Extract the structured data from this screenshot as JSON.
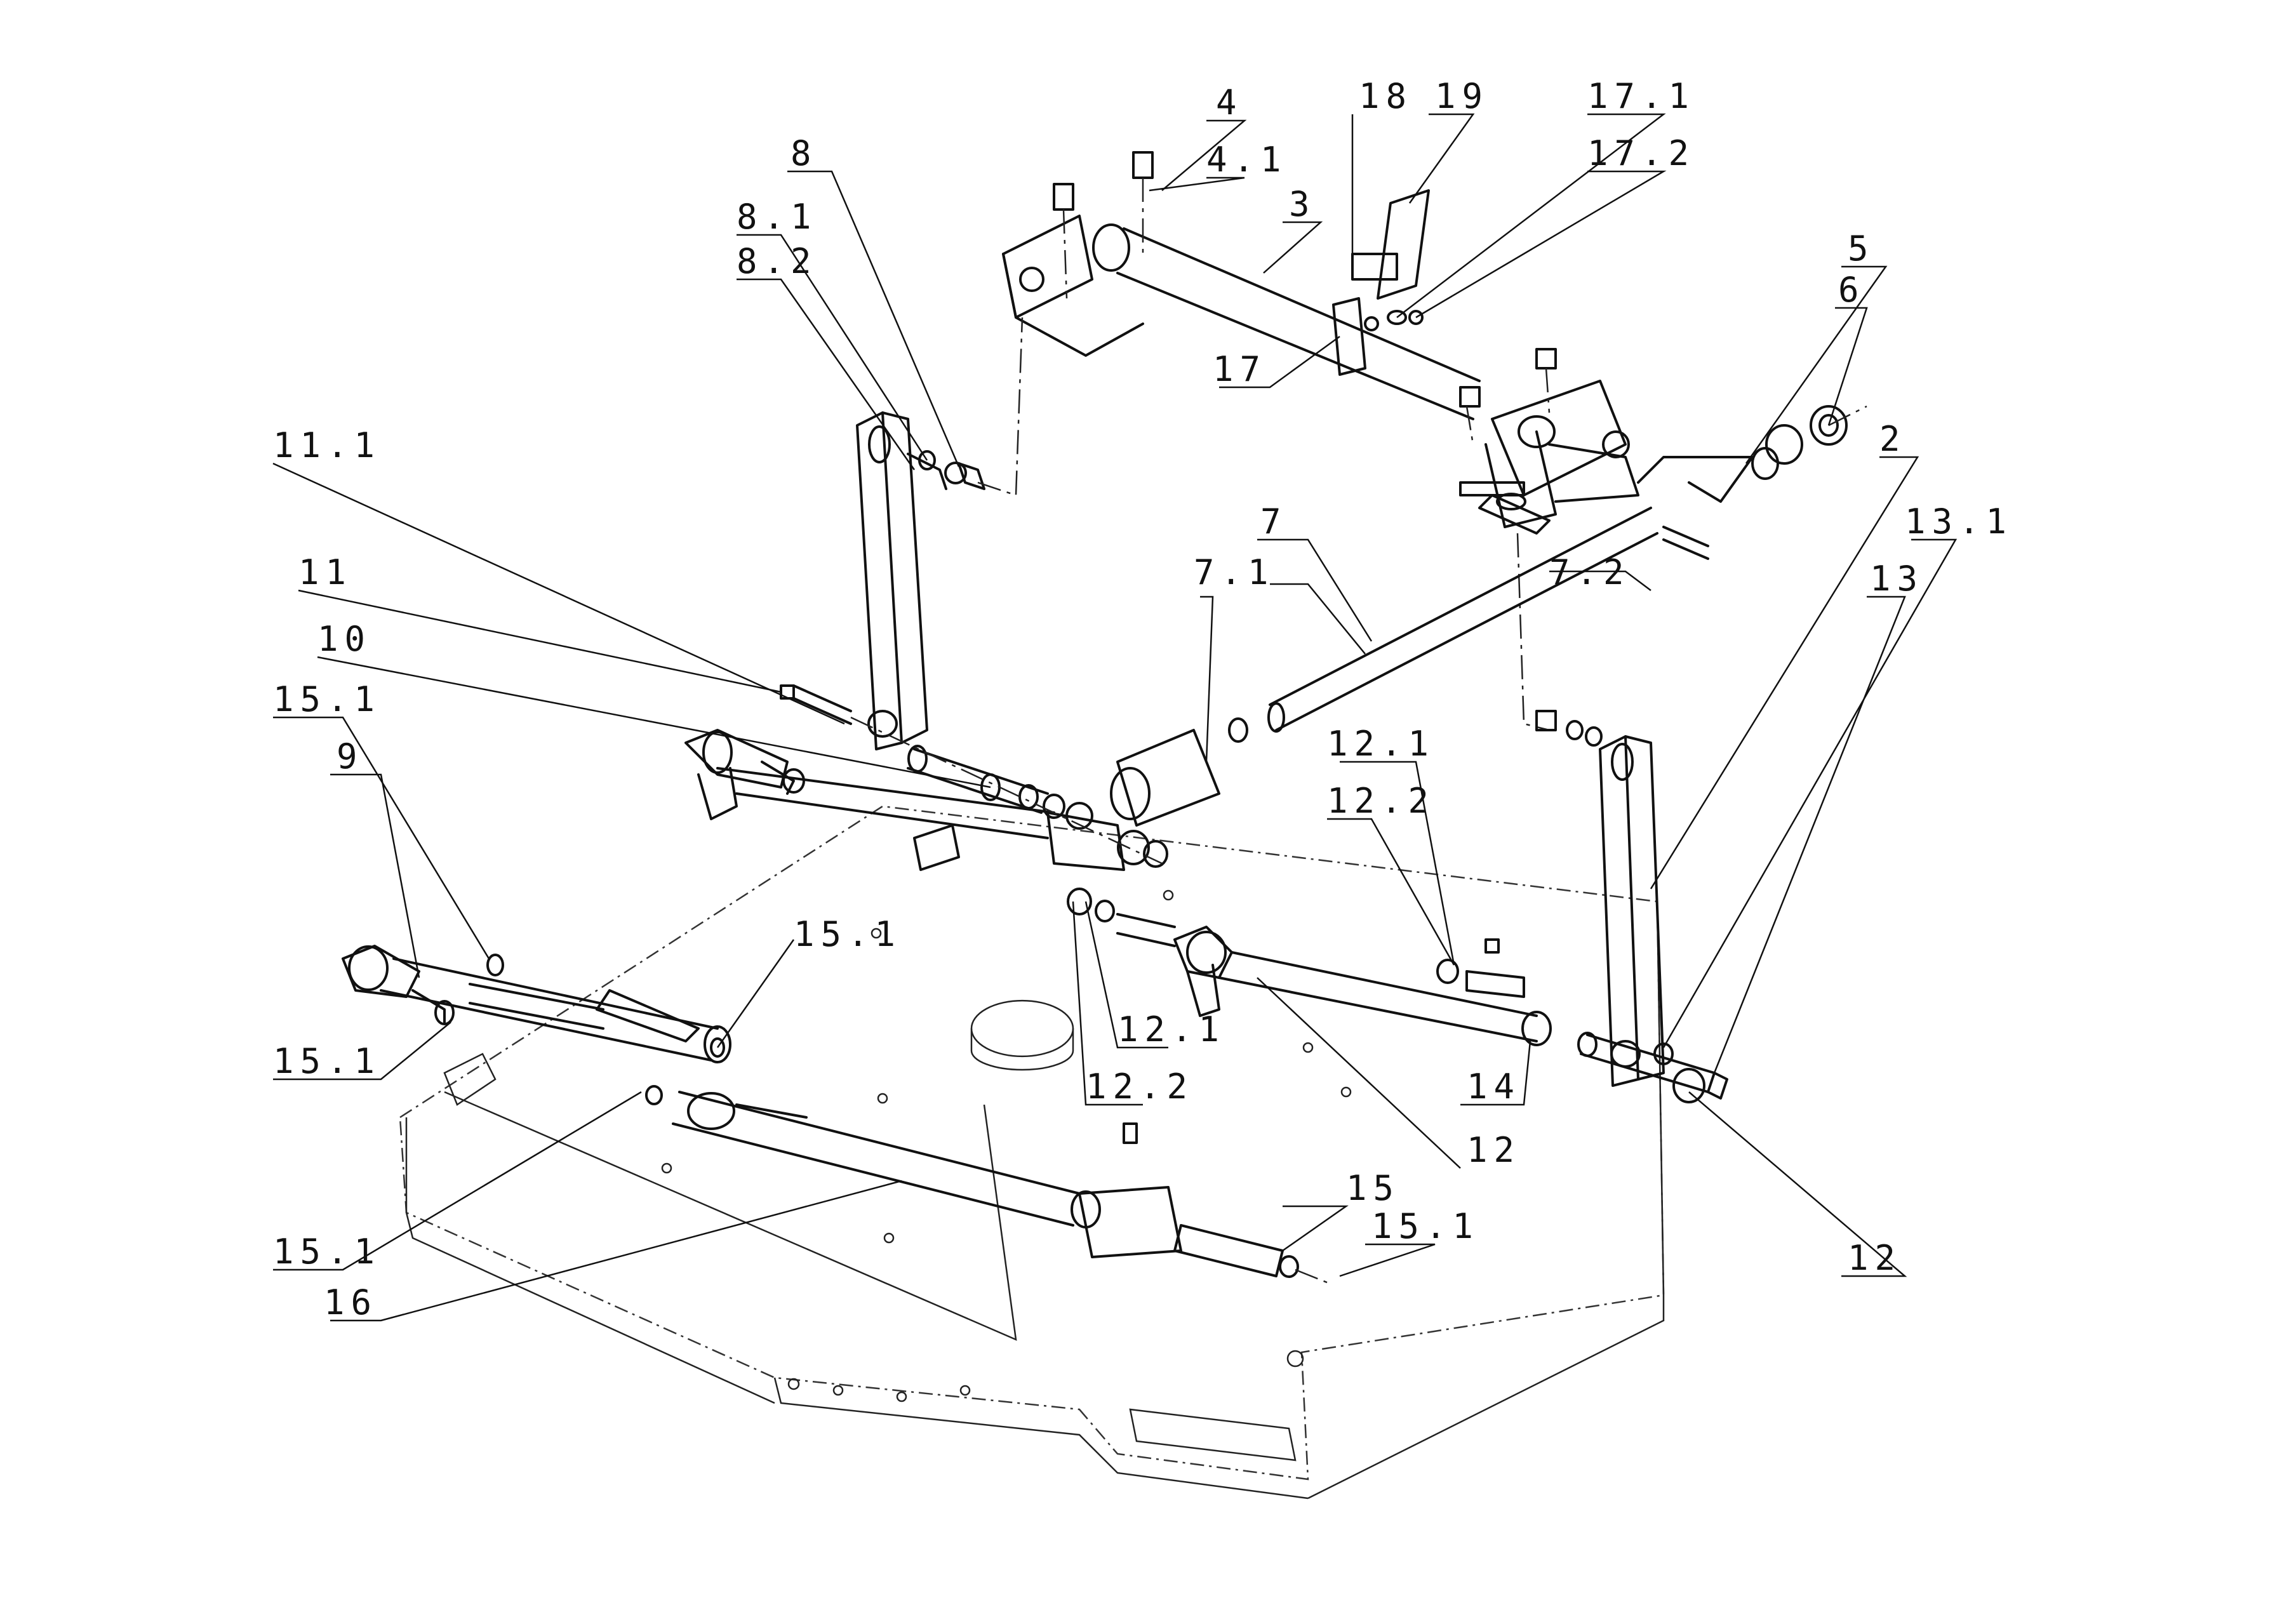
{
  "labels": {
    "l4": "4",
    "l4_1": "4.1",
    "l18": "18",
    "l19": "19",
    "l17_1": "17.1",
    "l17_2": "17.2",
    "l8": "8",
    "l8_1": "8.1",
    "l8_2": "8.2",
    "l3": "3",
    "l17": "17",
    "l5": "5",
    "l6": "6",
    "l2": "2",
    "l11_1": "11.1",
    "l11": "11",
    "l10": "10",
    "l7": "7",
    "l7_1": "7.1",
    "l7_2": "7.2",
    "l13_1": "13.1",
    "l13": "13",
    "l15_1_a": "15.1",
    "l9": "9",
    "l12_1_a": "12.1",
    "l12_2_a": "12.2",
    "l15_1_b": "15.1",
    "l15_1_c": "15.1",
    "l12_1_b": "12.1",
    "l12_2_b": "12.2",
    "l14": "14",
    "l12_a": "12",
    "l15": "15",
    "l15_1_d": "15.1",
    "l15_1_e": "15.1",
    "l16": "16",
    "l12_b": "12"
  }
}
